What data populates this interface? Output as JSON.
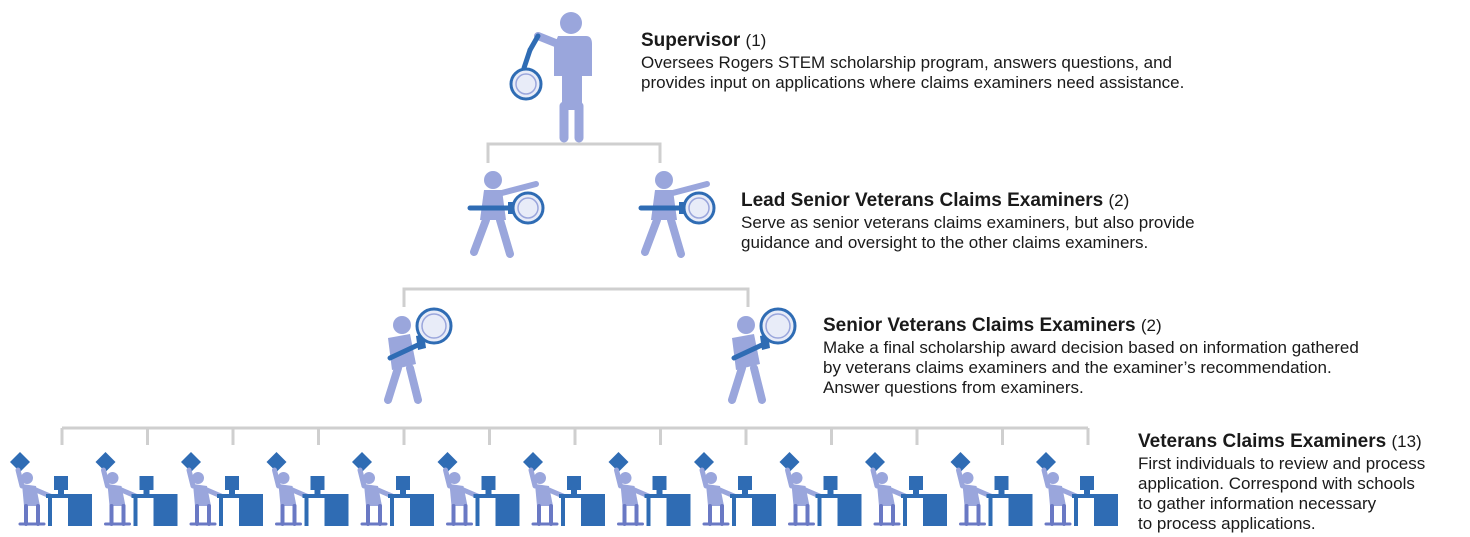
{
  "colors": {
    "figure": "#9aa6dc",
    "figure_dark": "#6a79c4",
    "accent": "#2f6cb4",
    "desk": "#2f6cb4",
    "connector": "#cfcfcf",
    "lens_fill": "#e8ecf8"
  },
  "tiers": [
    {
      "title": "Supervisor",
      "count": "(1)",
      "description": [
        "Oversees Rogers STEM scholarship program, answers questions, and",
        "provides input on applications where claims examiners need assistance."
      ],
      "icon": "standing-person-magnifier-icon",
      "figures": 1
    },
    {
      "title": "Lead Senior Veterans Claims Examiners",
      "count": "(2)",
      "description": [
        "Serve as senior veterans claims examiners, but also provide",
        "guidance and oversight to the other claims examiners."
      ],
      "icon": "pointing-person-magnifier-icon",
      "figures": 2
    },
    {
      "title": "Senior Veterans Claims Examiners",
      "count": "(2)",
      "description": [
        "Make a final scholarship award decision based on information gathered",
        "by veterans claims examiners and the examiner’s recommendation.",
        "Answer questions from examiners."
      ],
      "icon": "person-carrying-magnifier-icon",
      "figures": 2
    },
    {
      "title": "Veterans Claims Examiners",
      "count": "(13)",
      "description": [
        "First individuals to review and process",
        "application. Correspond with schools",
        "to gather information necessary",
        "to process applications."
      ],
      "icon": "person-at-desk-icon",
      "figures": 13
    }
  ]
}
